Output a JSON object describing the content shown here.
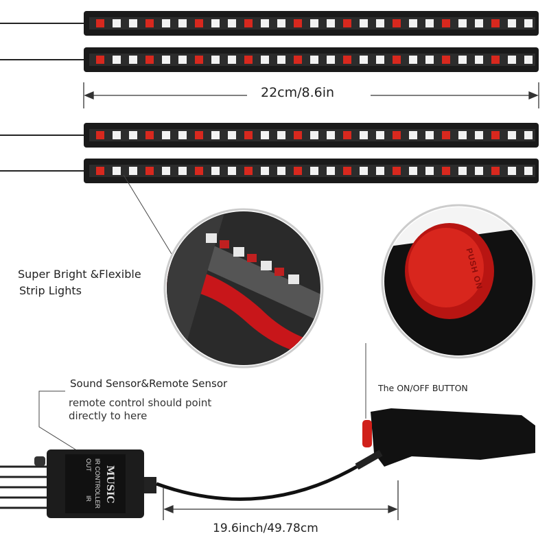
{
  "strip_length_label": "22cm/8.6in",
  "callout_strip": {
    "line1": "Super Bright &Flexible",
    "line2": "Strip Lights"
  },
  "callout_sensor": {
    "title": "Sound Sensor&Remote Sensor",
    "note": "remote control should point directly to here"
  },
  "callout_button": "The ON/OFF BUTTON",
  "cable_length_label": "19.6inch/49.78cm",
  "controller_text": {
    "brand": "MUSIC",
    "model": "IR CONTROLLER",
    "out": "OUT",
    "ir": "IR"
  },
  "button_text": "PUSH ON",
  "colors": {
    "strip_body": "#1a1a1a",
    "led_red": "#d8281e",
    "led_white": "#f2f2f2",
    "button_red": "#d0201a"
  }
}
